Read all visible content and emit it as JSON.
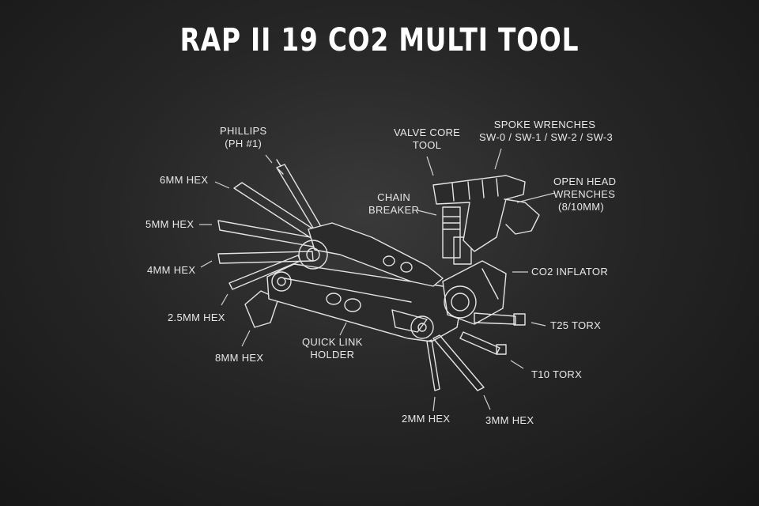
{
  "title": "RAP II 19 CO2 MULTI TOOL",
  "labels": {
    "phillips": [
      "PHILLIPS",
      "(PH #1)"
    ],
    "hex6": "6MM HEX",
    "hex5": "5MM HEX",
    "hex4": "4MM HEX",
    "hex25": "2.5MM HEX",
    "hex8": "8MM HEX",
    "quick_link": [
      "QUICK LINK",
      "HOLDER"
    ],
    "hex2": "2MM HEX",
    "hex3": "3MM HEX",
    "valve_core": [
      "VALVE CORE",
      "TOOL"
    ],
    "spoke": [
      "SPOKE WRENCHES",
      "SW-0 / SW-1 / SW-2 / SW-3"
    ],
    "open_head": [
      "OPEN HEAD",
      "WRENCHES",
      "(8/10MM)"
    ],
    "chain_breaker": [
      "CHAIN",
      "BREAKER"
    ],
    "co2": "CO2 INFLATOR",
    "t25": "T25 TORX",
    "t10": "T10 TORX"
  }
}
